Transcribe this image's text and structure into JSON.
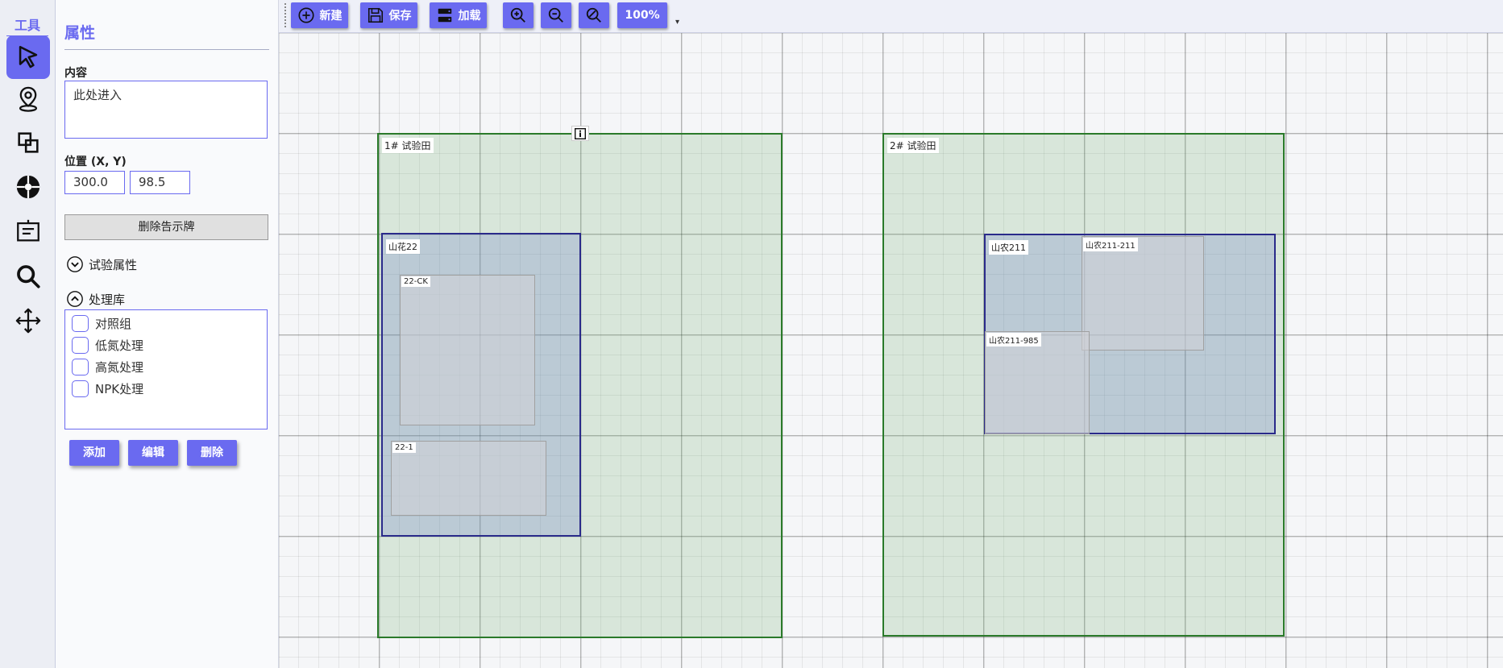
{
  "toolrail": {
    "title": "工具",
    "tools": [
      {
        "name": "select-tool",
        "icon": "cursor-arrow-icon"
      },
      {
        "name": "location-tool",
        "icon": "map-pin-icon"
      },
      {
        "name": "plot-tool",
        "icon": "overlap-squares-icon"
      },
      {
        "name": "sample-tool",
        "icon": "segmented-circle-icon"
      },
      {
        "name": "sign-tool",
        "icon": "signboard-icon"
      },
      {
        "name": "zoom-tool",
        "icon": "magnifier-icon"
      },
      {
        "name": "pan-tool",
        "icon": "move-arrows-icon"
      }
    ]
  },
  "props": {
    "title": "属性",
    "content_label": "内容",
    "content_value": "此处进入",
    "position_label": "位置 (X, Y)",
    "x_value": "300.0",
    "y_value": "98.5",
    "delete_sign_label": "删除告示牌",
    "trial_attrs_label": "试验属性",
    "library_label": "处理库",
    "library_items": [
      "对照组",
      "低氮处理",
      "高氮处理",
      "NPK处理"
    ],
    "add_label": "添加",
    "edit_label": "编辑",
    "delete_label": "删除"
  },
  "toolbar": {
    "new_label": "新建",
    "save_label": "保存",
    "load_label": "加载",
    "zoom_label": "100%",
    "icons": [
      "plus-circle-icon",
      "floppy-disk-icon",
      "server-stack-icon",
      "zoom-in-icon",
      "zoom-out-icon",
      "zoom-reset-icon"
    ]
  },
  "canvas": {
    "fields": [
      {
        "label": "1# 试验田"
      },
      {
        "label": "2# 试验田"
      }
    ],
    "plots": [
      {
        "label": "山花22"
      },
      {
        "label": "山农211"
      }
    ],
    "subplots": [
      {
        "label": "22-CK"
      },
      {
        "label": "22-1"
      },
      {
        "label": "山农211-211"
      },
      {
        "label": "山农211-985"
      }
    ],
    "info_sign_icon": "info-icon"
  },
  "colors": {
    "accent": "#6a6af0",
    "field_border": "#2a7a2a",
    "plot_border": "#2a2a8a"
  }
}
